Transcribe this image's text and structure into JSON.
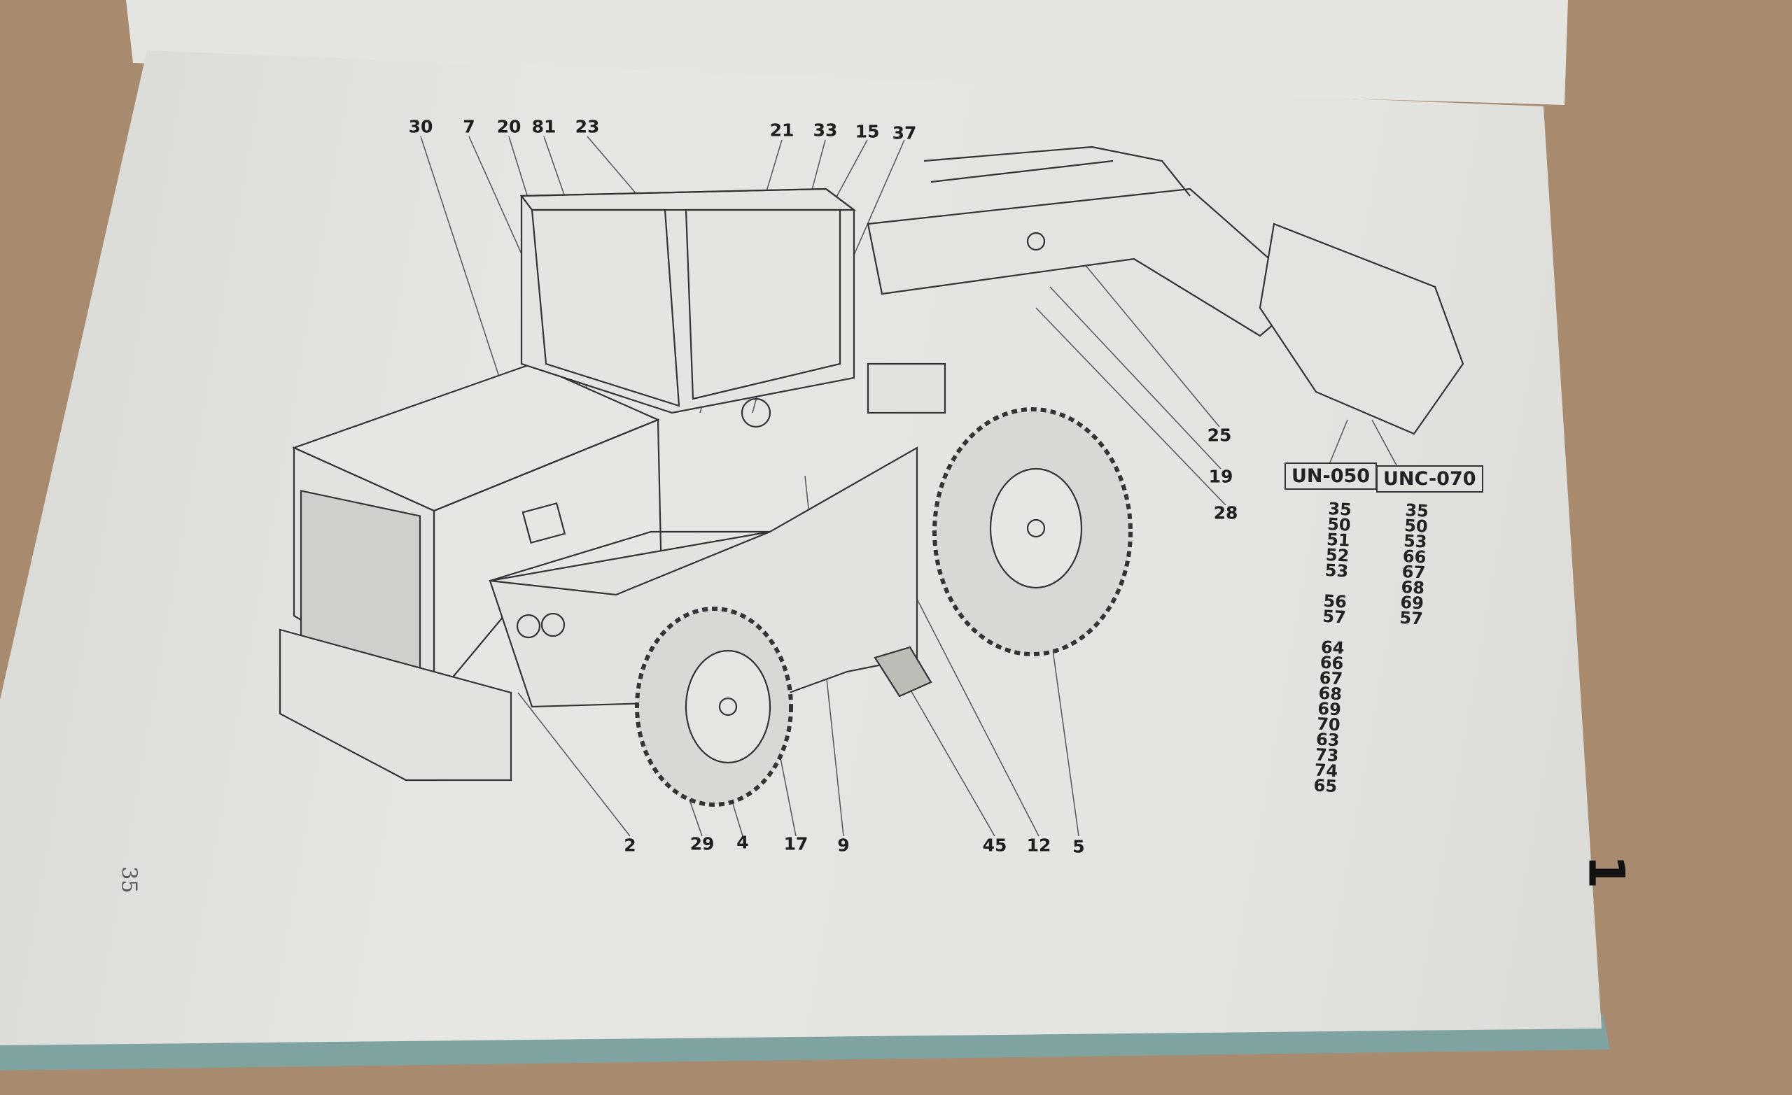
{
  "diagram": {
    "callouts_top": [
      "30",
      "7",
      "20",
      "81",
      "23",
      "21",
      "33",
      "15",
      "37"
    ],
    "callouts_right": [
      "25",
      "19",
      "28"
    ],
    "callouts_bottom": [
      "2",
      "29",
      "4",
      "17",
      "9",
      "45",
      "12",
      "5"
    ]
  },
  "models": [
    {
      "name": "UN-050",
      "parts": [
        "35",
        "50",
        "51",
        "52",
        "53",
        "",
        "56",
        "57",
        "",
        "64",
        "66",
        "67",
        "68",
        "69",
        "70",
        "63",
        "73",
        "74",
        "65"
      ]
    },
    {
      "name": "UNC-070",
      "parts": [
        "35",
        "50",
        "53",
        "66",
        "67",
        "68",
        "69",
        "57"
      ]
    }
  ],
  "page_number": "35",
  "chapter_number": "1"
}
